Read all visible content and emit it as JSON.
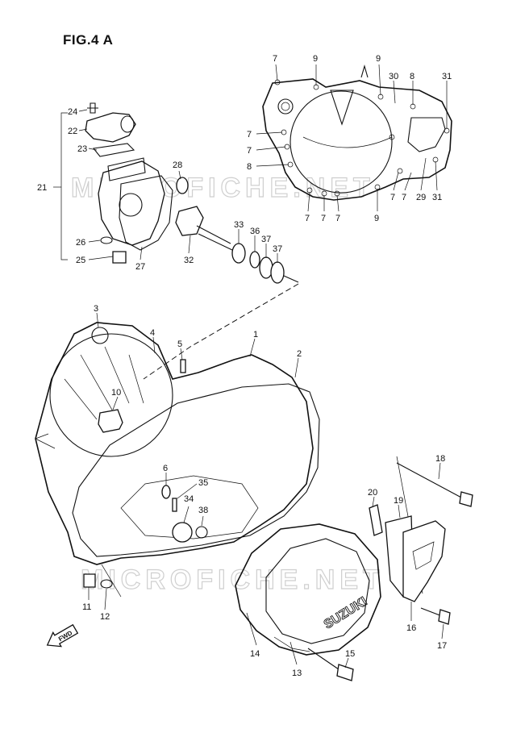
{
  "figure": {
    "title": "FIG.4 A"
  },
  "watermark": {
    "text": "MICROFICHE.NET"
  },
  "cover_text": "SUZUKI",
  "fwd_label": "FWD",
  "callouts": [
    {
      "id": "c7a",
      "label": "7"
    },
    {
      "id": "c9a",
      "label": "9"
    },
    {
      "id": "c9b",
      "label": "9"
    },
    {
      "id": "c30",
      "label": "30"
    },
    {
      "id": "c8a",
      "label": "8"
    },
    {
      "id": "c31a",
      "label": "31"
    },
    {
      "id": "c7b",
      "label": "7"
    },
    {
      "id": "c7c",
      "label": "7"
    },
    {
      "id": "c8b",
      "label": "8"
    },
    {
      "id": "c7d",
      "label": "7"
    },
    {
      "id": "c7e",
      "label": "7"
    },
    {
      "id": "c7f",
      "label": "7"
    },
    {
      "id": "c9c",
      "label": "9"
    },
    {
      "id": "c7g",
      "label": "7"
    },
    {
      "id": "c7h",
      "label": "7"
    },
    {
      "id": "c29",
      "label": "29"
    },
    {
      "id": "c31b",
      "label": "31"
    },
    {
      "id": "c24",
      "label": "24"
    },
    {
      "id": "c22",
      "label": "22"
    },
    {
      "id": "c23",
      "label": "23"
    },
    {
      "id": "c21",
      "label": "21"
    },
    {
      "id": "c28",
      "label": "28"
    },
    {
      "id": "c26",
      "label": "26"
    },
    {
      "id": "c25",
      "label": "25"
    },
    {
      "id": "c27",
      "label": "27"
    },
    {
      "id": "c32",
      "label": "32"
    },
    {
      "id": "c33",
      "label": "33"
    },
    {
      "id": "c36",
      "label": "36"
    },
    {
      "id": "c37a",
      "label": "37"
    },
    {
      "id": "c37b",
      "label": "37"
    },
    {
      "id": "c3",
      "label": "3"
    },
    {
      "id": "c4",
      "label": "4"
    },
    {
      "id": "c5",
      "label": "5"
    },
    {
      "id": "c1",
      "label": "1"
    },
    {
      "id": "c2",
      "label": "2"
    },
    {
      "id": "c10",
      "label": "10"
    },
    {
      "id": "c6",
      "label": "6"
    },
    {
      "id": "c35",
      "label": "35"
    },
    {
      "id": "c34",
      "label": "34"
    },
    {
      "id": "c38",
      "label": "38"
    },
    {
      "id": "c11",
      "label": "11"
    },
    {
      "id": "c12",
      "label": "12"
    },
    {
      "id": "c18",
      "label": "18"
    },
    {
      "id": "c20",
      "label": "20"
    },
    {
      "id": "c19",
      "label": "19"
    },
    {
      "id": "c14",
      "label": "14"
    },
    {
      "id": "c13",
      "label": "13"
    },
    {
      "id": "c15",
      "label": "15"
    },
    {
      "id": "c16",
      "label": "16"
    },
    {
      "id": "c17",
      "label": "17"
    }
  ]
}
